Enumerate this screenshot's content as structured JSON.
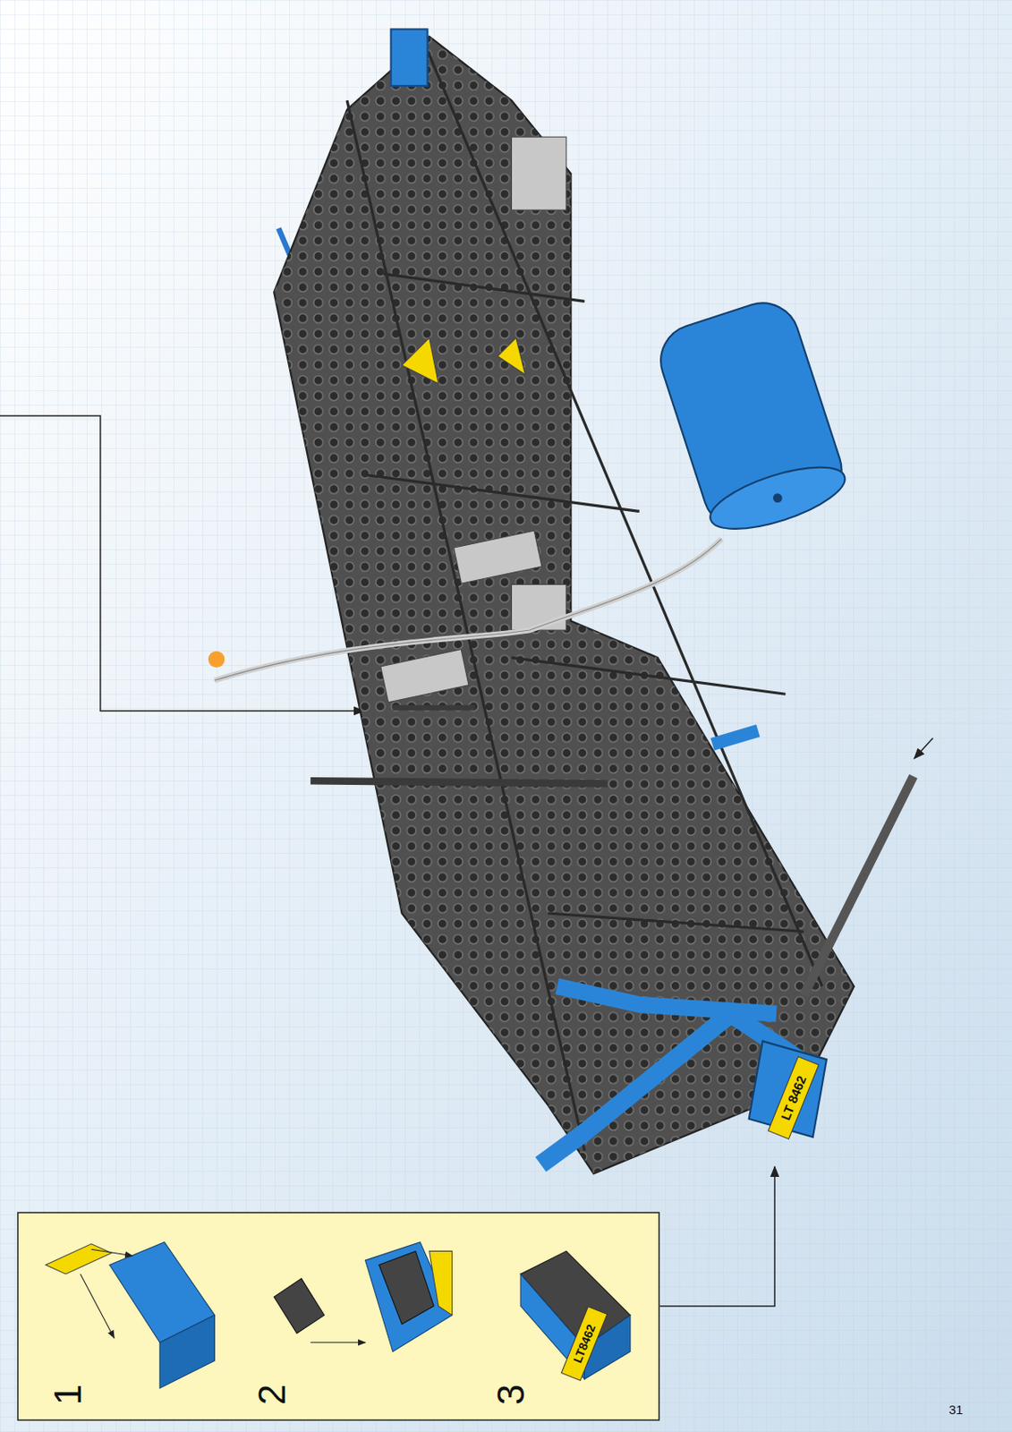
{
  "diagram": {
    "labels": [
      "1",
      "2",
      "3",
      "LT8462",
      "LT 8462",
      "31"
    ]
  }
}
